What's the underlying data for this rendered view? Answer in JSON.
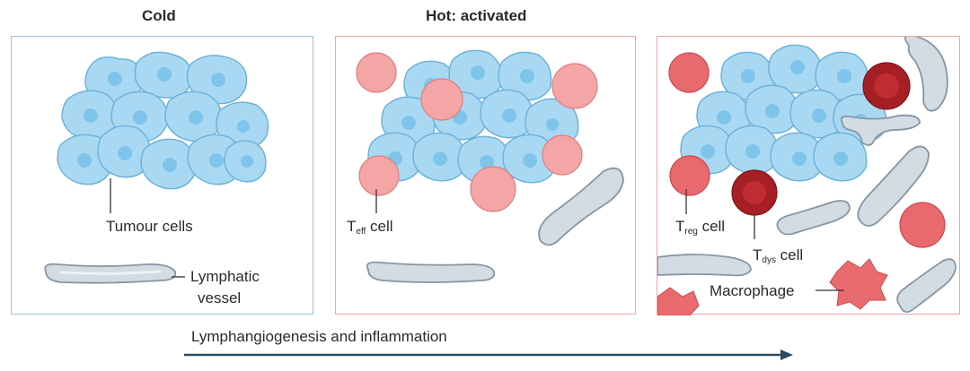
{
  "panels": {
    "cold": {
      "title": "Cold"
    },
    "hot": {
      "title": "Hot: activated"
    },
    "third": {
      "title": ""
    }
  },
  "labels": {
    "tumour_cells": "Tumour cells",
    "lymphatic": "Lymphatic",
    "vessel": "vessel",
    "t_eff_main": "T",
    "t_eff_sub": "eff",
    "t_eff_rest": " cell",
    "t_reg_main": "T",
    "t_reg_sub": "reg",
    "t_reg_rest": " cell",
    "t_dys_main": "T",
    "t_dys_sub": "dys",
    "t_dys_rest": " cell",
    "macrophage": "Macrophage"
  },
  "arrow": {
    "label": "Lymphangiogenesis and inflammation"
  },
  "colors": {
    "tumour_fill": "#a9d9f2",
    "tumour_stroke": "#6fb3da",
    "tumour_nucleus": "#7fc4ea",
    "t_eff": "#f4a5a5",
    "t_reg": "#e86a6e",
    "t_dys": "#a51f24",
    "vessel_fill": "#d3dbe3",
    "vessel_stroke": "#8895a2",
    "cold_border": "#9ec3dc",
    "hot_border": "#e8a8a6",
    "arrow": "#2f4a5c"
  }
}
